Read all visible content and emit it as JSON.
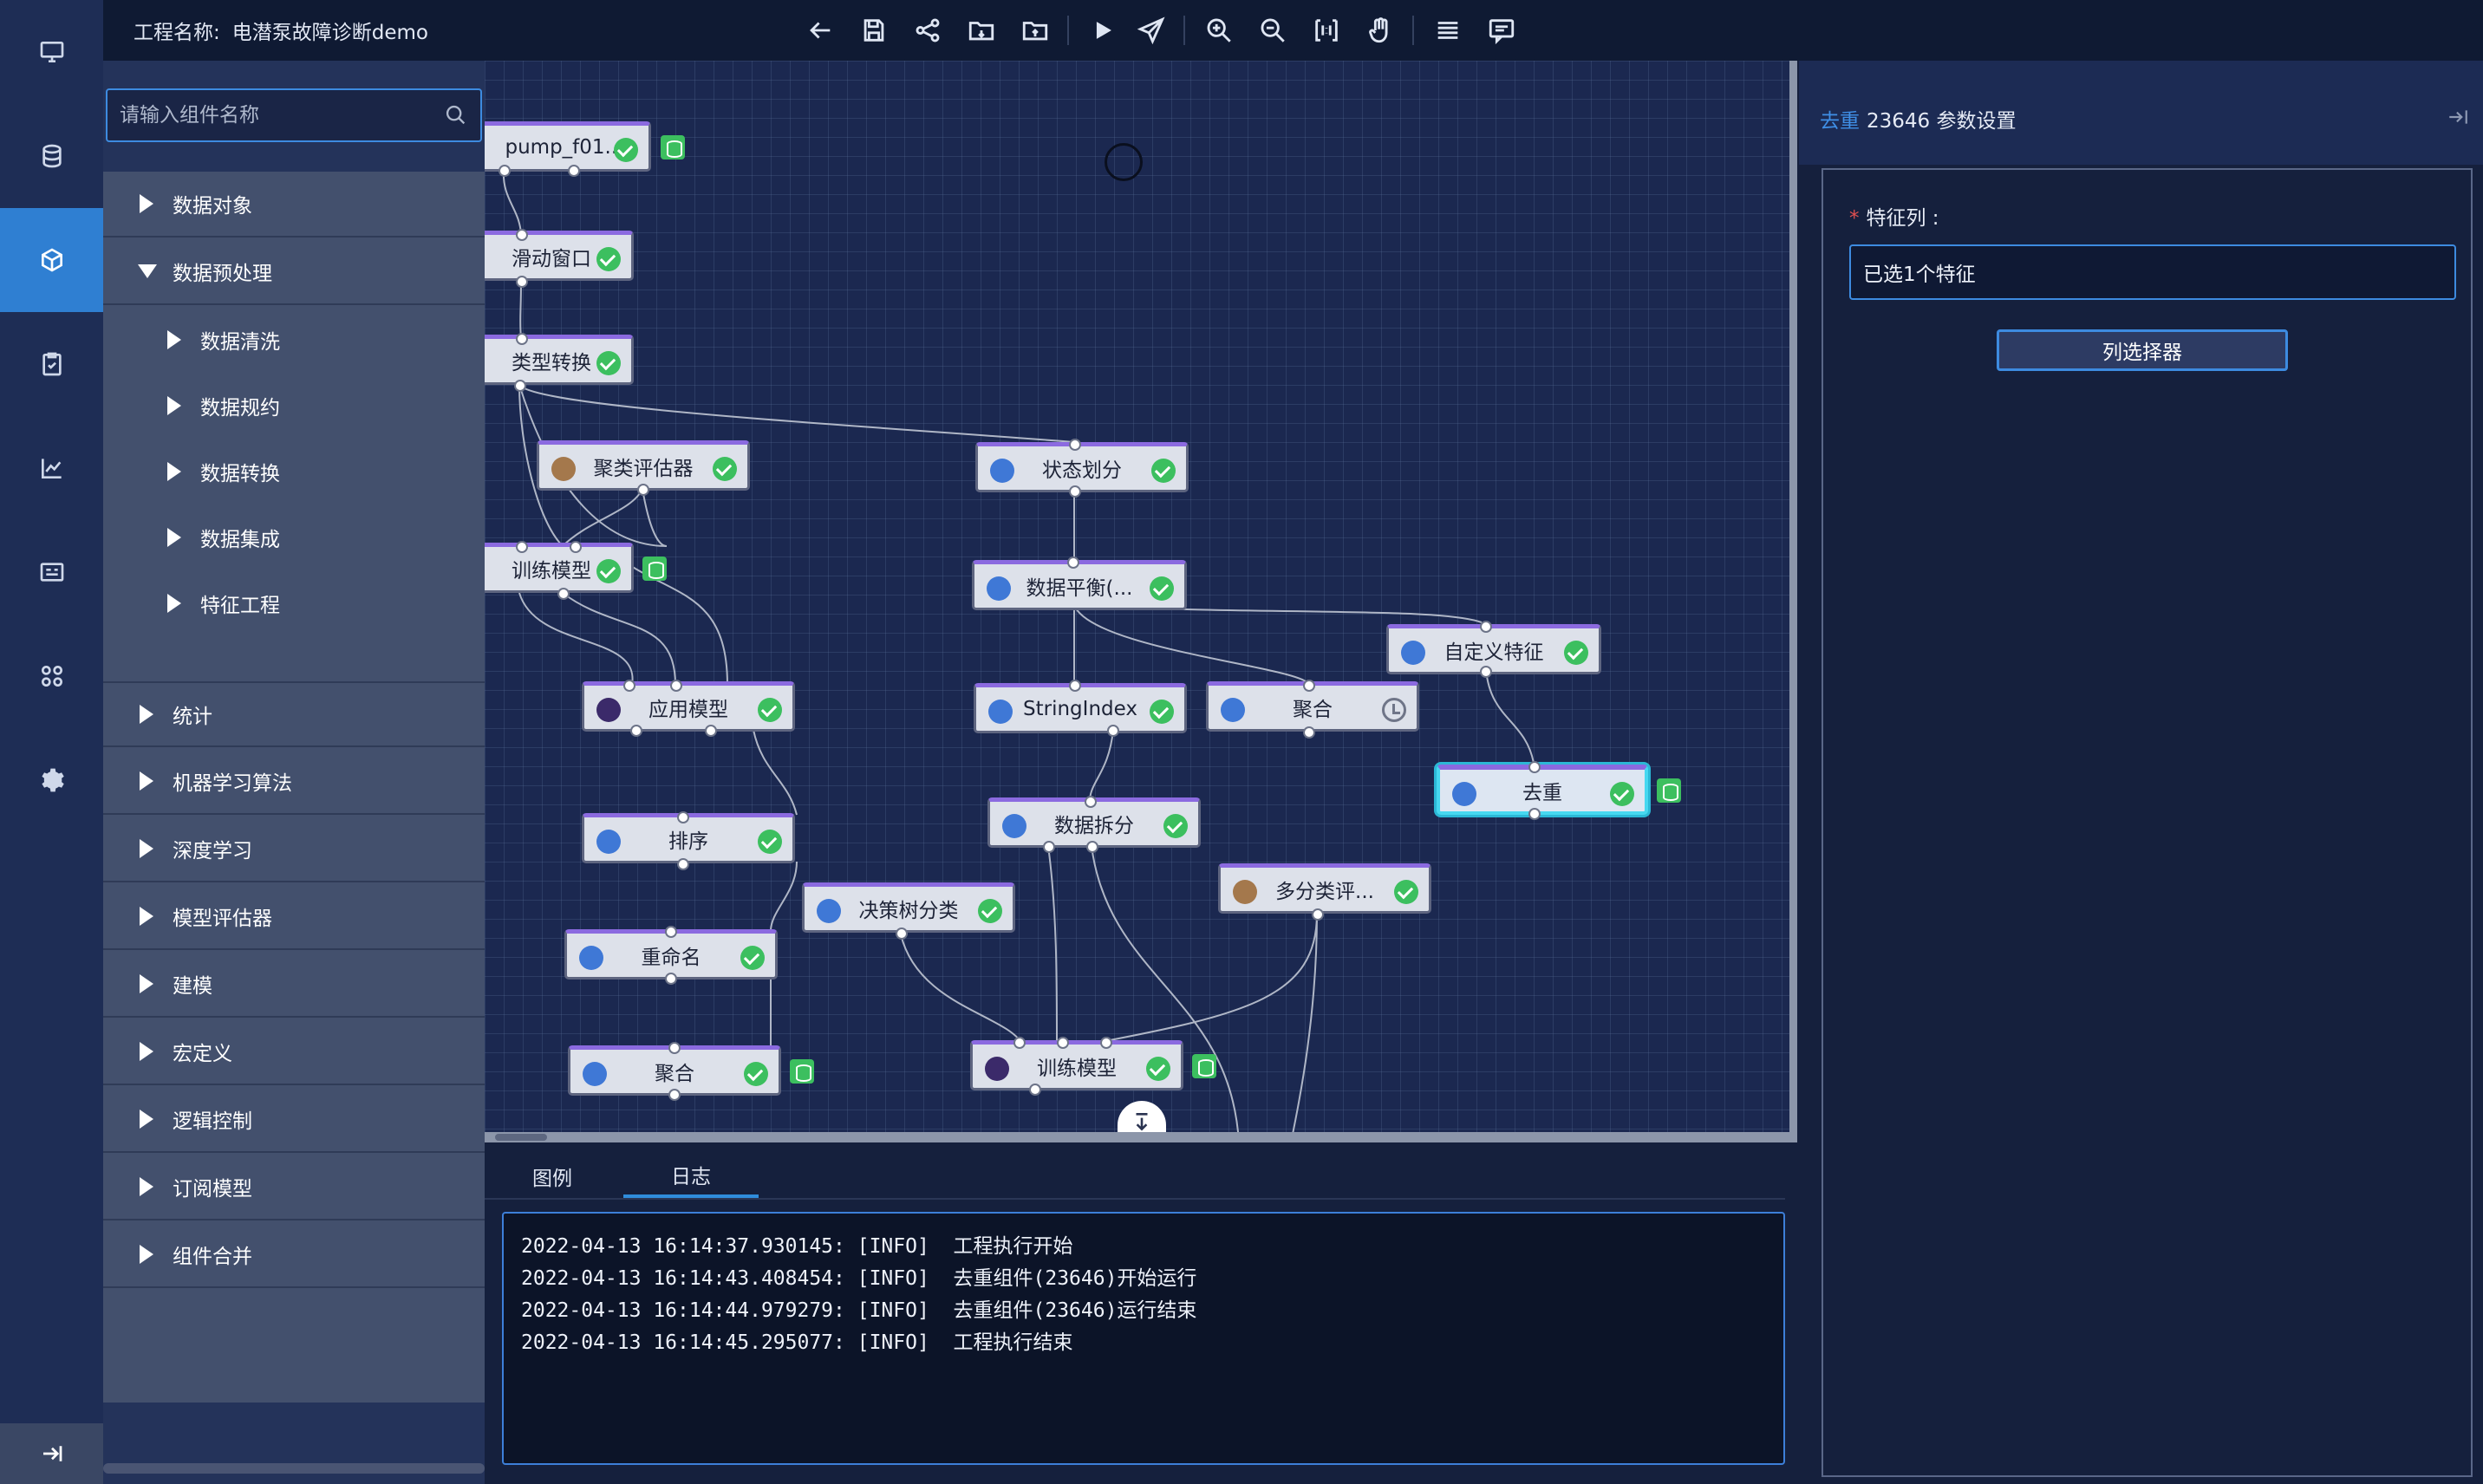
{
  "project": {
    "label": "工程名称:",
    "name": "电潜泵故障诊断demo"
  },
  "toolbar": [
    "back-arrow-icon",
    "save-icon",
    "share-icon",
    "folder-import-icon",
    "folder-export-icon",
    "run-icon",
    "send-icon",
    "zoom-in-icon",
    "zoom-out-icon",
    "actual-size-icon",
    "hand-icon",
    "list-icon",
    "comment-icon"
  ],
  "rail": [
    "monitor-icon",
    "database-icon",
    "cube-icon",
    "clipboard-icon",
    "chart-icon",
    "dashboard-icon",
    "apps-icon",
    "settings-icon"
  ],
  "search": {
    "placeholder": "请输入组件名称"
  },
  "tree": {
    "top": [
      "数据对象",
      "数据预处理",
      "统计",
      "机器学习算法",
      "深度学习",
      "模型评估器",
      "建模",
      "宏定义",
      "逻辑控制",
      "订阅模型",
      "组件合并"
    ],
    "sub": [
      "数据清洗",
      "数据规约",
      "数据转换",
      "数据集成",
      "特征工程"
    ]
  },
  "nodes": [
    {
      "label": "pump_f01...",
      "status": "ok"
    },
    {
      "label": "滑动窗口",
      "status": "ok"
    },
    {
      "label": "类型转换",
      "status": "ok"
    },
    {
      "label": "聚类评估器",
      "status": "ok"
    },
    {
      "label": "状态划分",
      "status": "ok"
    },
    {
      "label": "训练模型",
      "status": "ok"
    },
    {
      "label": "数据平衡(...",
      "status": "ok"
    },
    {
      "label": "自定义特征",
      "status": "ok"
    },
    {
      "label": "应用模型",
      "status": "ok"
    },
    {
      "label": "StringIndex",
      "status": "ok"
    },
    {
      "label": "聚合",
      "status": "pending"
    },
    {
      "label": "去重",
      "status": "ok"
    },
    {
      "label": "排序",
      "status": "ok"
    },
    {
      "label": "数据拆分",
      "status": "ok"
    },
    {
      "label": "多分类评...",
      "status": "ok"
    },
    {
      "label": "决策树分类",
      "status": "ok"
    },
    {
      "label": "重命名",
      "status": "ok"
    },
    {
      "label": "聚合",
      "status": "ok"
    },
    {
      "label": "训练模型",
      "status": "ok"
    }
  ],
  "tabs": [
    "图例",
    "日志"
  ],
  "log": [
    "2022-04-13 16:14:37.930145: [INFO]  工程执行开始",
    "2022-04-13 16:14:43.408454: [INFO]  去重组件(23646)开始运行",
    "2022-04-13 16:14:44.979279: [INFO]  去重组件(23646)运行结束",
    "2022-04-13 16:14:45.295077: [INFO]  工程执行结束"
  ],
  "settings": {
    "title_accent": "去重",
    "title_rest": "23646 参数设置",
    "field_required": "*",
    "field_label": "特征列 :",
    "field_value": "已选1个特征",
    "button": "列选择器"
  },
  "colors": {
    "accent": "#2f7fd2",
    "ok": "#3cbf5f",
    "node_top": "#8b6ae0",
    "selected": "#46d8f0"
  }
}
